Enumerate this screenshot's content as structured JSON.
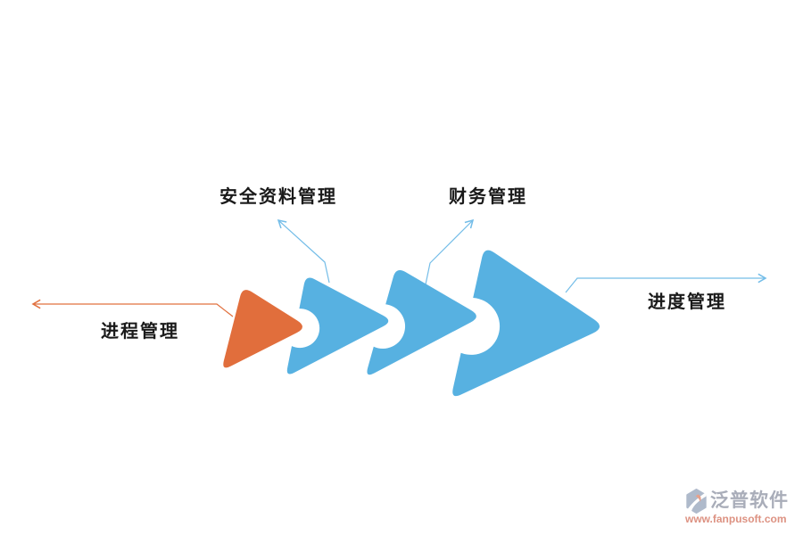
{
  "diagram": {
    "type": "process-flow-chevrons",
    "labels": {
      "process": "进程管理",
      "safety": "安全资料管理",
      "finance": "财务管理",
      "progress": "进度管理"
    },
    "shapes": [
      {
        "id": "step-1",
        "color": "#E16E3C"
      },
      {
        "id": "step-2",
        "color": "#57B1E1"
      },
      {
        "id": "step-3",
        "color": "#57B1E1"
      },
      {
        "id": "step-4",
        "color": "#57B1E1"
      }
    ],
    "connector_colors": {
      "orange": "#E1713F",
      "blue": "#74BDE8"
    },
    "label_color": "#1A1A1A",
    "background": "#FFFFFF"
  },
  "watermark": {
    "brand": "泛普软件",
    "url": "www.fanpusoft.com",
    "brand_color": "#A9ADB9",
    "url_color": "#DD9282",
    "icon_bg": "#AFBACB",
    "icon_accent": "#E8A08A"
  }
}
